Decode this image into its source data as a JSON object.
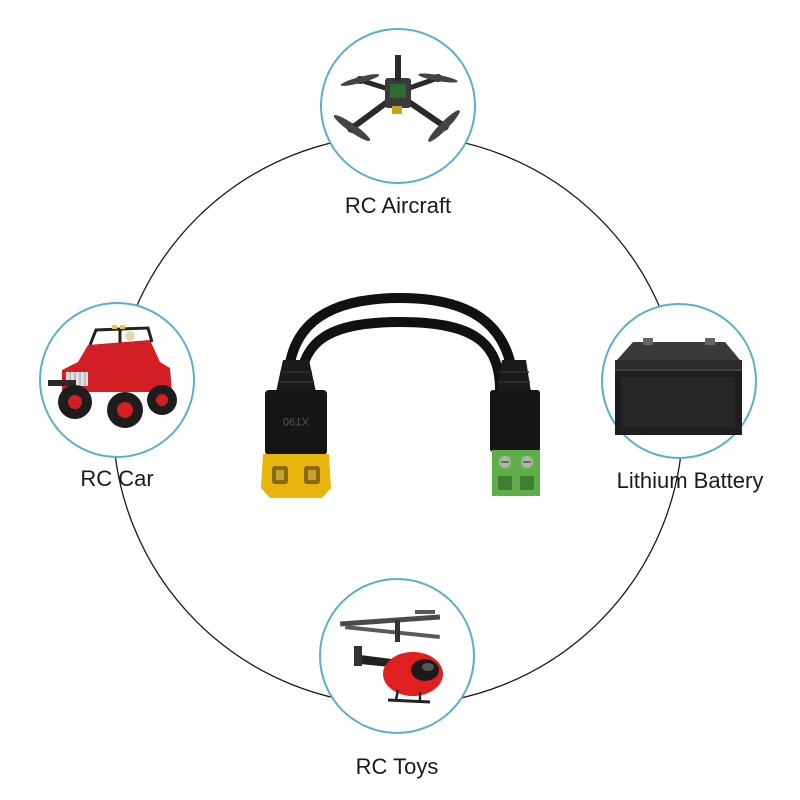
{
  "labels": {
    "aircraft": "RC Aircraft",
    "car": "RC Car",
    "battery": "Lithium Battery",
    "toys": "RC Toys"
  },
  "connector": {
    "left_marking": "XT90"
  },
  "colors": {
    "ring_line": "#1a1a1a",
    "badge_border": "#5aaecf",
    "cable": "#111111",
    "xt90_yellow": "#e8b40e",
    "terminal_green": "#5fae4a",
    "car_red": "#d21f26",
    "heli_red": "#e02020"
  },
  "icons": [
    "drone-icon",
    "rc-car-icon",
    "battery-icon",
    "helicopter-icon",
    "xt90-connector-icon",
    "screw-terminal-icon"
  ]
}
